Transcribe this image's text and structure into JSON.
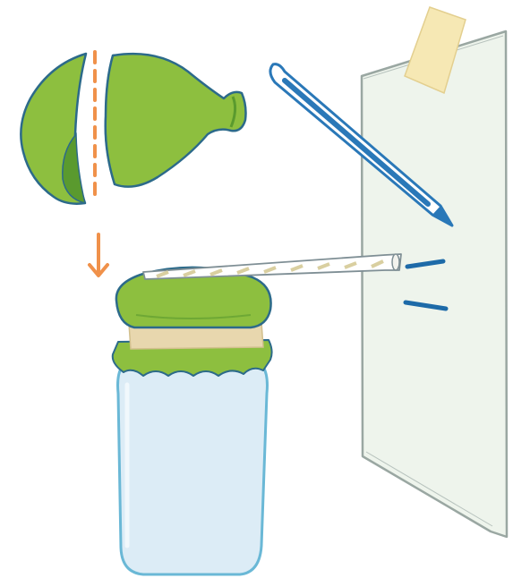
{
  "illustration": {
    "kind": "barometer-craft-steps",
    "parts": [
      "balloon-cut-in-half",
      "cut-line",
      "placement-arrow",
      "glass-jar",
      "balloon-cover",
      "rubber-band",
      "straw-pointer",
      "marker-pen",
      "paper-sheet",
      "tape",
      "level-marks"
    ]
  },
  "colors": {
    "balloon": "#8dbf3f",
    "balloon_dark": "#5a9a2e",
    "outline": "#2c6a8a",
    "cut_line": "#f0914a",
    "jar_glass": "#dcecf6",
    "jar_outline": "#6ab8d6",
    "band": "#e8d7ae",
    "straw_stripe": "#d9cfa0",
    "pen": "#2a78b8",
    "paper": "#eef4ec",
    "paper_outline": "#9aa7a2",
    "tape": "#f6e8b4",
    "marks": "#1d6aa8"
  }
}
